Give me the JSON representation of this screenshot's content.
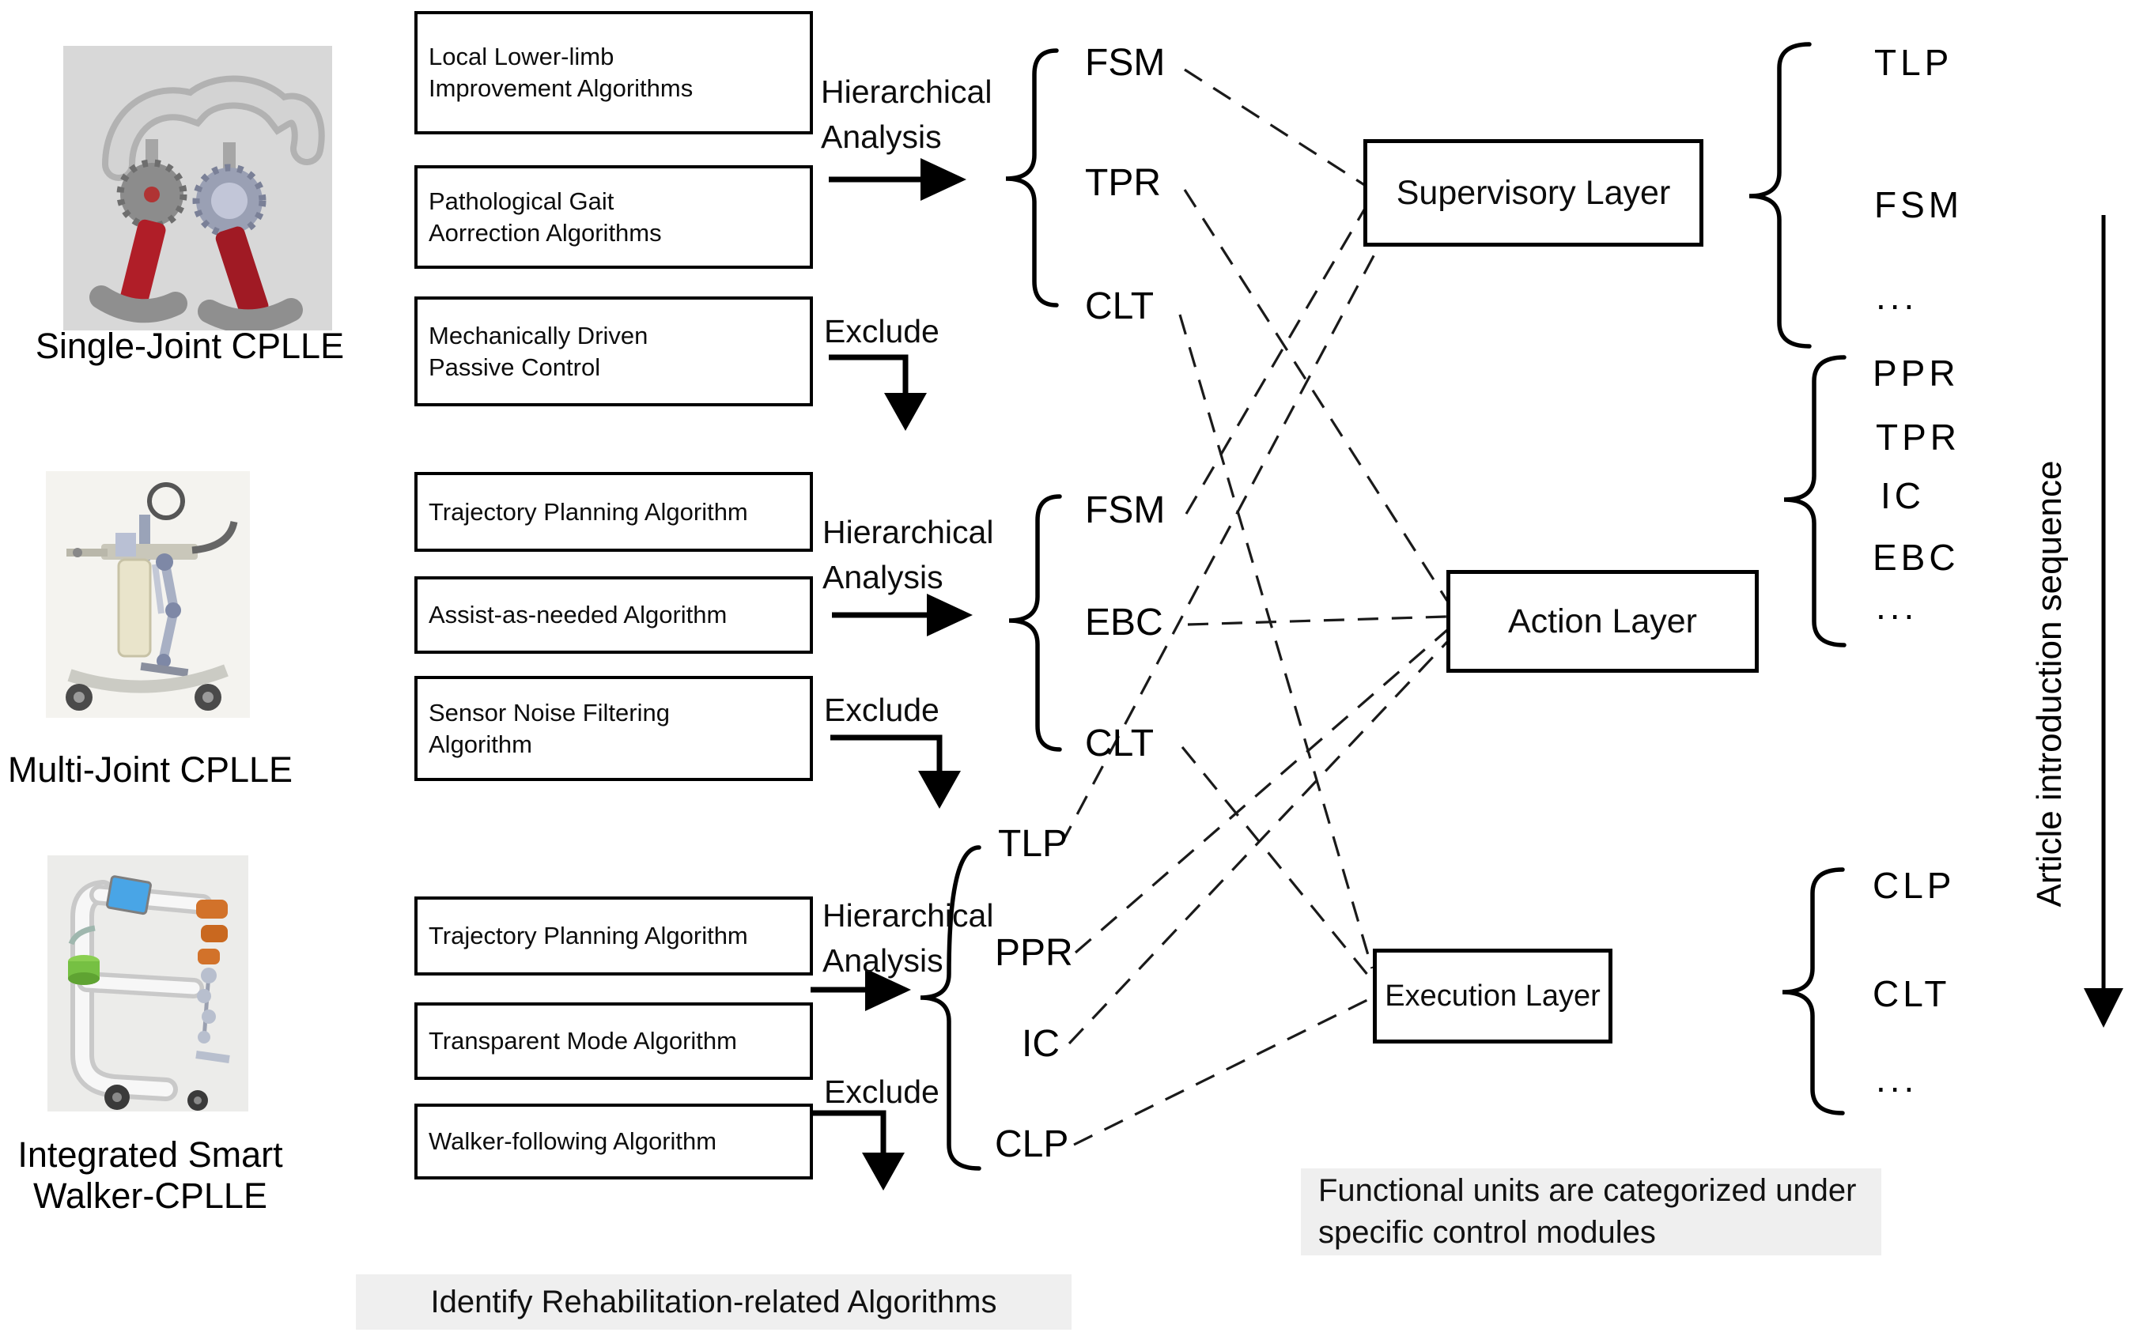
{
  "figure": {
    "sections": [
      {
        "device": "Single-Joint CPLLE",
        "icon": "single-joint-exoskeleton-illustration",
        "boxes": [
          "Local Lower-limb Improvement Algorithms",
          "Pathological Gait Aorrection Algorithms",
          "Mechanically Driven Passive Control"
        ],
        "hier_label": "Hierarchical Analysis",
        "exclude_label": "Exclude",
        "units": [
          "FSM",
          "TPR",
          "CLT"
        ]
      },
      {
        "device": "Multi-Joint CPLLE",
        "icon": "multi-joint-gait-trainer-illustration",
        "boxes": [
          "Trajectory Planning Algorithm",
          "Assist-as-needed Algorithm",
          "Sensor Noise Filtering Algorithm"
        ],
        "hier_label": "Hierarchical Analysis",
        "exclude_label": "Exclude",
        "units": [
          "FSM",
          "EBC",
          "CLT"
        ]
      },
      {
        "device": "Integrated Smart Walker-CPLLE",
        "icon": "smart-walker-exoskeleton-illustration",
        "boxes": [
          "Trajectory Planning Algorithm",
          "Transparent Mode Algorithm",
          "Walker-following Algorithm"
        ],
        "hier_label": "Hierarchical Analysis",
        "exclude_label": "Exclude",
        "units": [
          "TLP",
          "PPR",
          "IC",
          "CLP"
        ]
      }
    ],
    "layers": [
      {
        "name": "Supervisory Layer",
        "units": [
          "TLP",
          "FSM",
          "..."
        ]
      },
      {
        "name": "Action Layer",
        "units": [
          "PPR",
          "TPR",
          "IC",
          "EBC",
          "..."
        ]
      },
      {
        "name": "Execution Layer",
        "units": [
          "CLP",
          "CLT",
          "..."
        ]
      }
    ],
    "connections": [
      {
        "from": "FSM (Single-Joint CPLLE)",
        "to": "Supervisory Layer"
      },
      {
        "from": "TPR (Single-Joint CPLLE)",
        "to": "Action Layer"
      },
      {
        "from": "CLT (Single-Joint CPLLE)",
        "to": "Execution Layer"
      },
      {
        "from": "FSM (Multi-Joint CPLLE)",
        "to": "Supervisory Layer"
      },
      {
        "from": "EBC (Multi-Joint CPLLE)",
        "to": "Action Layer"
      },
      {
        "from": "CLT (Multi-Joint CPLLE)",
        "to": "Execution Layer"
      },
      {
        "from": "TLP (Integrated Smart Walker-CPLLE)",
        "to": "Supervisory Layer"
      },
      {
        "from": "PPR (Integrated Smart Walker-CPLLE)",
        "to": "Action Layer"
      },
      {
        "from": "IC (Integrated Smart Walker-CPLLE)",
        "to": "Action Layer"
      },
      {
        "from": "CLP (Integrated Smart Walker-CPLLE)",
        "to": "Execution Layer"
      }
    ],
    "captions": {
      "identify": "Identify Rehabilitation-related Algorithms",
      "categorize": "Functional units are categorized under specific control modules"
    },
    "sequence_label": "Article introduction sequence",
    "colors": {
      "line": "#1a1a1a",
      "caption_bg": "#efefef",
      "device1_bg": "#d8d8d8",
      "device_red": "#b01e28",
      "walker_screen_blue": "#49a5e6",
      "walker_lidar_green": "#76c043",
      "walker_exo_orange": "#d2722a"
    }
  }
}
